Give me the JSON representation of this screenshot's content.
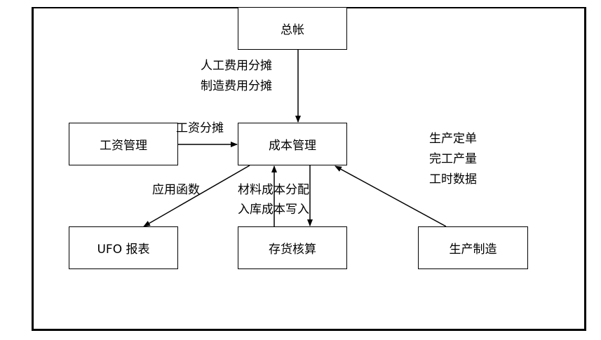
{
  "nodes": {
    "ledger": "总帐",
    "cost": "成本管理",
    "payroll": "工资管理",
    "ufo": "UFO 报表",
    "inventory": "存货核算",
    "manufacturing": "生产制造"
  },
  "labels": {
    "labor_alloc": "人工费用分摊",
    "mfg_alloc": "制造费用分摊",
    "wage_alloc": "工资分摊",
    "app_func": "应用函数",
    "material_alloc": "材料成本分配",
    "inbound_write": "入库成本写入",
    "prod_order": "生产定单",
    "finished_qty": "完工产量",
    "hours_data": "工时数据"
  }
}
